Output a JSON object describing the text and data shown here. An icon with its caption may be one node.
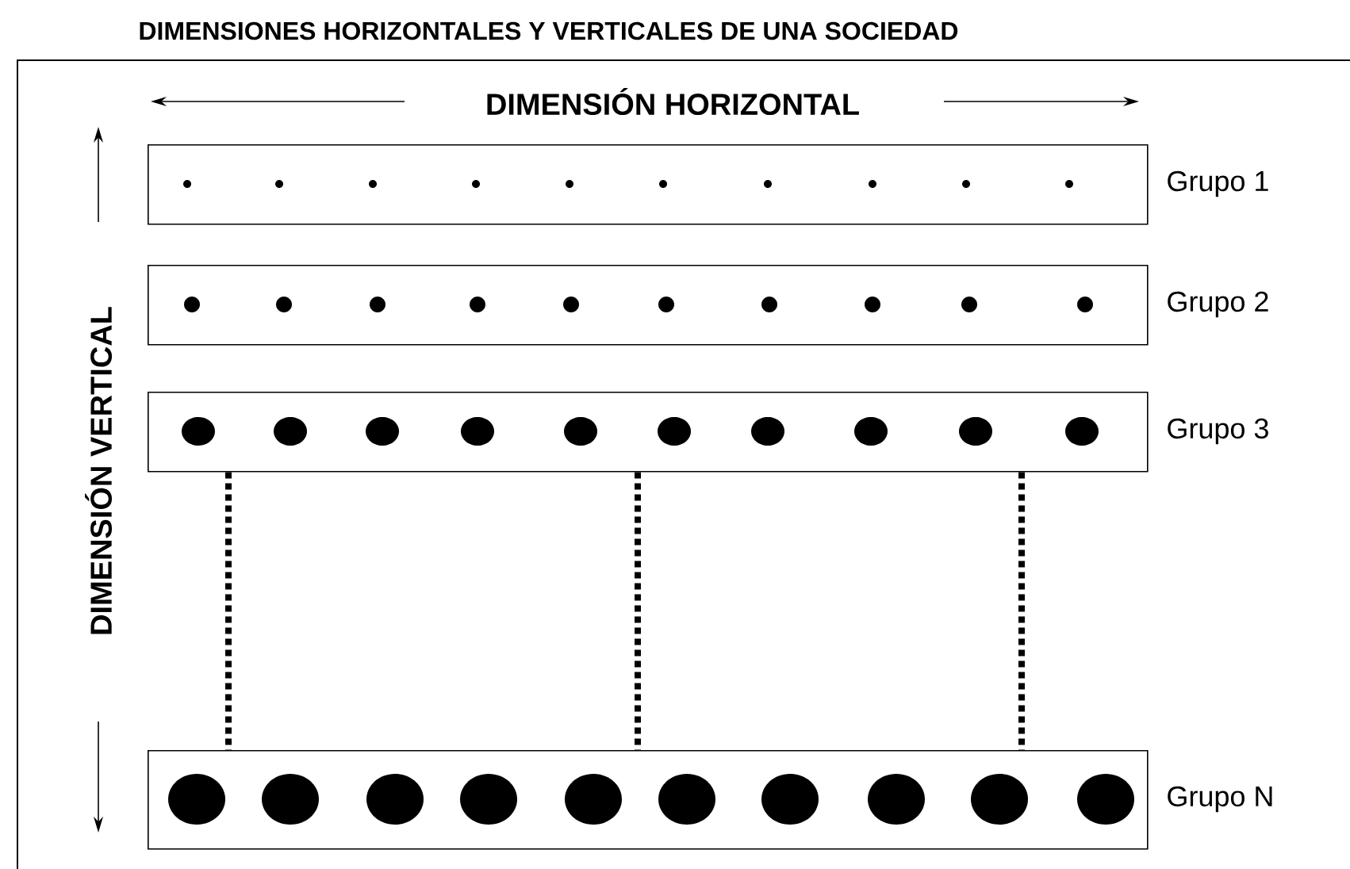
{
  "diagram": {
    "title": "DIMENSIONES HORIZONTALES Y VERTICALES DE UNA SOCIEDAD",
    "nodes": [
      {
        "text": [],
        "shape": "bar",
        "beside": [
          "Grupo 1"
        ]
      },
      {
        "text": [],
        "shape": "bar",
        "beside": [
          "Grupo 2"
        ]
      },
      {
        "text": [],
        "shape": "bar",
        "beside": [
          "Grupo 3"
        ]
      },
      {
        "text": [],
        "shape": "bar",
        "beside": [
          "Grupo N"
        ]
      }
    ],
    "edges": [
      {
        "from": 2,
        "to": 3,
        "arrow": "none",
        "style": "dashed"
      },
      {
        "from": 2,
        "to": 3,
        "arrow": "none",
        "style": "dashed"
      },
      {
        "from": 2,
        "to": 3,
        "arrow": "none",
        "style": "dashed"
      }
    ],
    "labels": [
      "DIMENSIÓN HORIZONTAL",
      "DIMENSIÓN VERTICAL"
    ]
  }
}
